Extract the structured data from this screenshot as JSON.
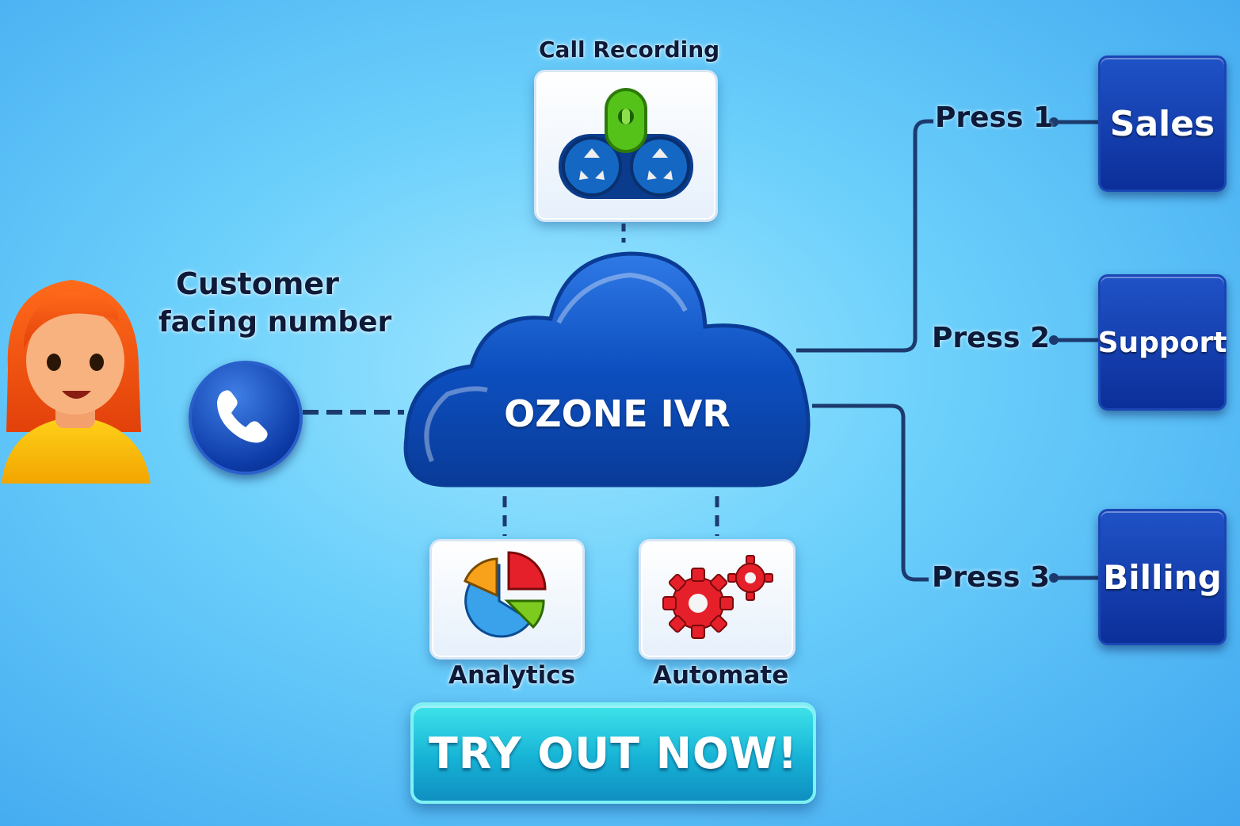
{
  "hub": {
    "title": "OZONE IVR"
  },
  "customer": {
    "label_line1": "Customer",
    "label_line2": "facing number"
  },
  "top_service": {
    "label": "Call Recording",
    "icon": "microphone-icon"
  },
  "bottom_services": [
    {
      "label": "Analytics",
      "icon": "pie-chart-icon"
    },
    {
      "label": "Automate",
      "icon": "gears-icon"
    }
  ],
  "menu_options": [
    {
      "press": "Press 1",
      "destination": "Sales"
    },
    {
      "press": "Press 2",
      "destination": "Support"
    },
    {
      "press": "Press 3",
      "destination": "Billing"
    }
  ],
  "cta": {
    "label": "TRY OUT NOW!"
  },
  "colors": {
    "hub": "#0d4fc0",
    "destination": "#0c2f9a",
    "cta": "#17b3d6",
    "line": "#1c3a6e"
  }
}
